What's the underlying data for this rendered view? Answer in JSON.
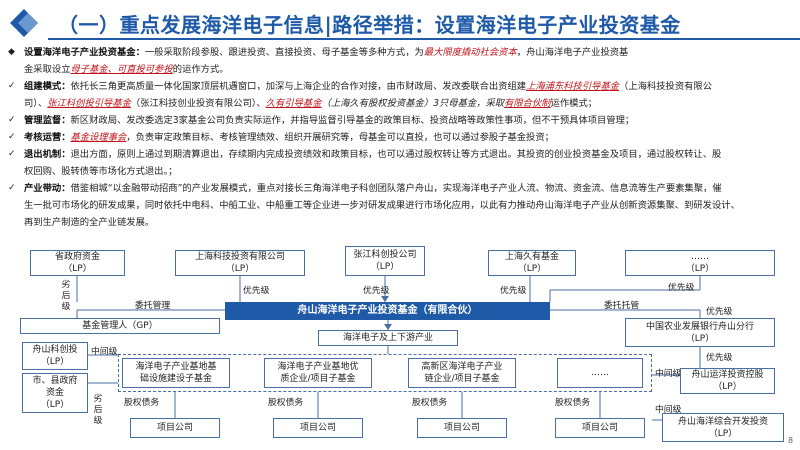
{
  "header": {
    "title": "（一）重点发展海洋电子信息|路径举措：设置海洋电子产业投资基金"
  },
  "paragraphs": {
    "p1_label": "设置海洋电子产业投资基金：",
    "p1_a": "一般采取阶段参股、跟进投资、直接投资、母子基金等多种方式，为",
    "p1_red1": "最大限度撬动社会资本",
    "p1_b": "，舟山海洋电子产业投资基",
    "p1_c": "金采取设立",
    "p1_red2": "母子基金、可直投可参投",
    "p1_d": "的运作方式。",
    "p2_label": "组建模式：",
    "p2_a": "依托长三角更高质量一体化国家顶层机遇窗口，加深与上海企业的合作对接，由市财政局、发改委联合出资组建",
    "p2_red1": "上海浦东科技引导基金",
    "p2_b": "（上海科技投资有限公",
    "p2_c": "司）、",
    "p2_red2": "张江科创投引导基金",
    "p2_d": "（张江科技创业投资有限公司）、",
    "p2_red3": "久有引导基金",
    "p2_e": "（上海久有股权投资基金）3只母基金，采取",
    "p2_red4": "有限合伙制",
    "p2_f": "运作模式；",
    "p3_label": "管理监督：",
    "p3_a": "新区财政局、发改委选定3家基金公司负责实际运作，并指导监督引导基金的政策目标、投资战略等政策性事项，但不干预具体项目管理；",
    "p4_label": "考核运营：",
    "p4_red": "基金设理事会",
    "p4_a": "，负责审定政策目标、考核管理绩效、组织开展研究等，母基金可以直投，也可以通过参股子基金投资；",
    "p5_label": "退出机制：",
    "p5_a": "退出方面，原则上通过到期清算退出，存续期内完成投资绩效和政策目标，也可以通过股权转让等方式退出。其投资的创业投资基金及项目，通过股权转让、股",
    "p5_b": "权回购、股转债等市场化方式退出。；",
    "p6_label": "产业带动：",
    "p6_a": "借鉴相城“以金融带动招商”的产业发展模式，重点对接长三角海洋电子科创团队落户舟山，实现海洋电子产业人流、物流、资金流、信息流等生产要素集聚，催",
    "p6_b": "生一批可市场化的研发成果，同时依托中电科、中船工业、中船重工等企业进一步对研发成果进行市场化应用，以此有力推动舟山海洋电子产业从创新资源集聚、到研发设计、",
    "p6_c": "再到生产制造的全产业链发展。"
  },
  "diagram": {
    "top_boxes": [
      "省政府资金\n（LP）",
      "上海科技投资有限公司\n（LP）",
      "张江科创投公司\n（LP）",
      "上海久有基金\n（LP）",
      "……\n（LP）"
    ],
    "fund": "舟山海洋电子产业投资基金（有限合伙）",
    "gp": "基金管理人（GP）",
    "industry": "海洋电子及上下游产业",
    "right_bank": "中国农业发展银行舟山分行\n（LP）",
    "left_lp1": "舟山科创投\n（LP）",
    "left_lp2": "市、县政府\n资金\n（LP）",
    "right_lp1": "舟山运洋投资控股\n（LP）",
    "right_lp2": "舟山海洋综合开发投资\n（LP）",
    "sub_funds": [
      "海洋电子产业基地基\n础设施建设子基金",
      "海洋电子产业基地优\n质企业/项目子基金",
      "高新区海洋电子产业\n链企业/项目子基金",
      "……"
    ],
    "projects": [
      "项目公司",
      "项目公司",
      "项目公司",
      "项目公司"
    ],
    "labels": {
      "priority": "优先级",
      "inferior": "劣后级",
      "entrusted_mgmt": "委托管理",
      "entrusted_trust": "委托托管",
      "middle": "中间级",
      "equity_debt": "股权债务"
    }
  },
  "footer": {
    "page_number": "8"
  }
}
